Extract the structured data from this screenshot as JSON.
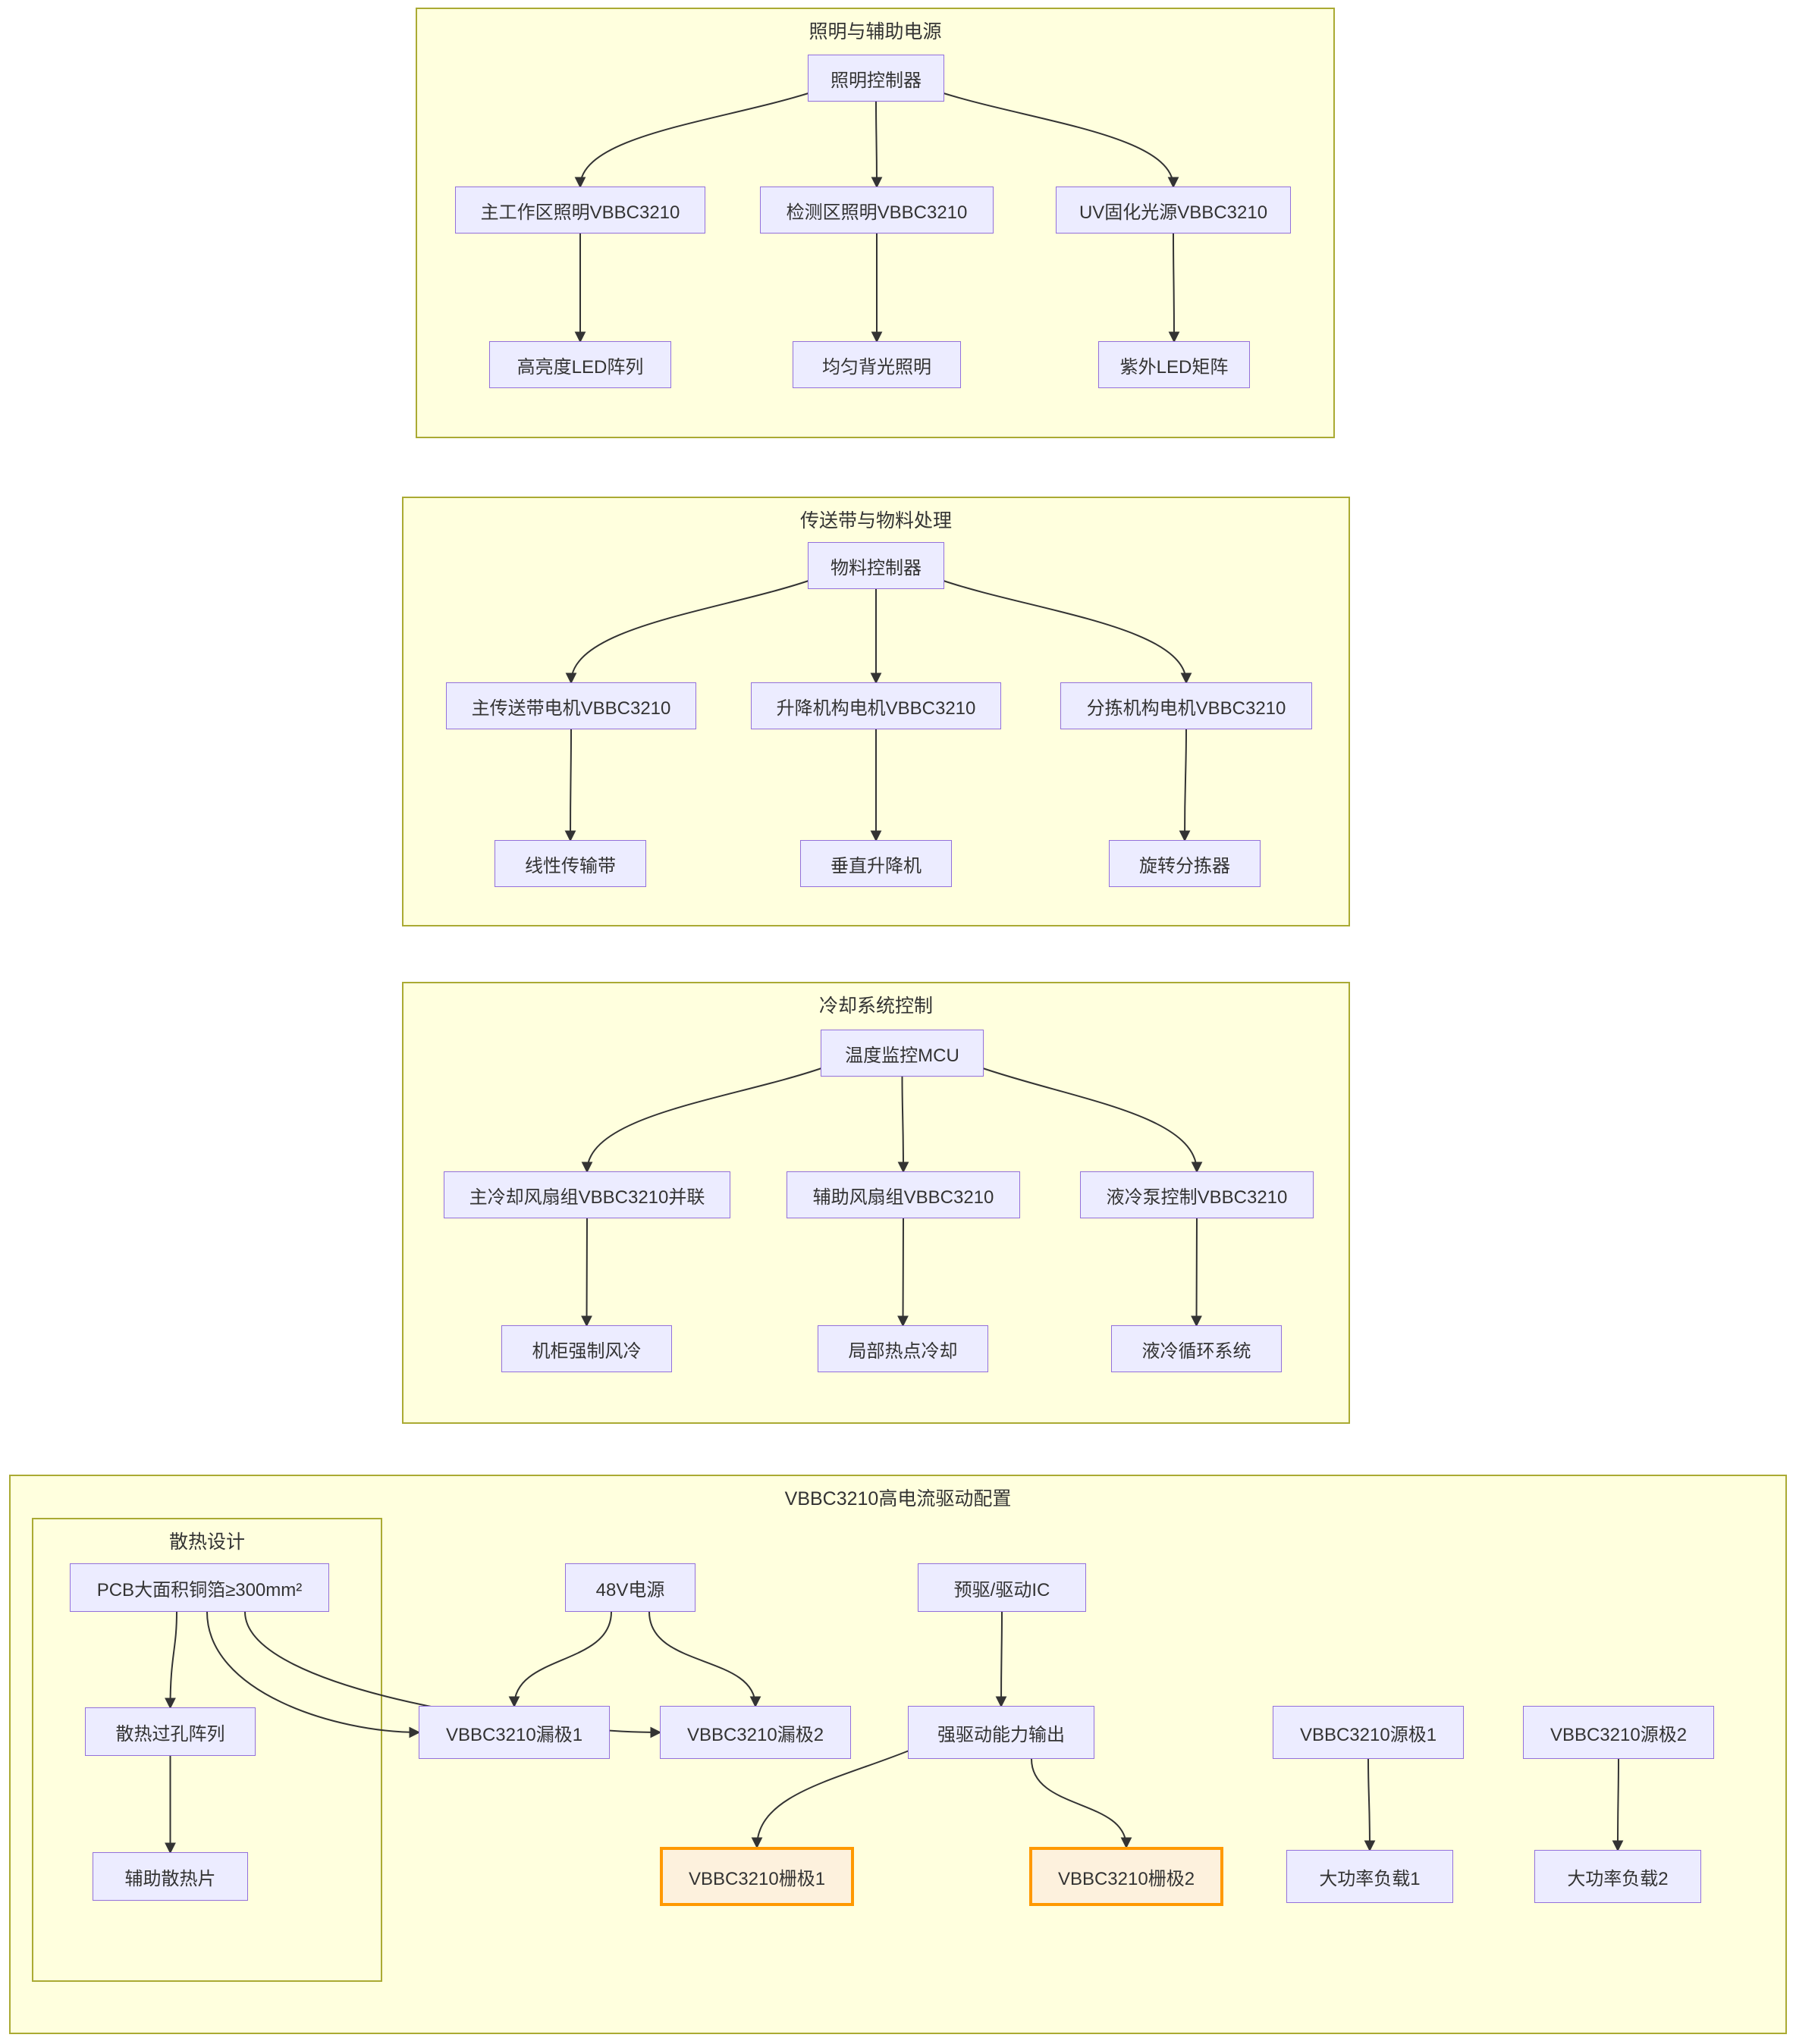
{
  "diagram": {
    "sections": {
      "lighting": {
        "title": "照明与辅助电源",
        "nodes": {
          "controller": "照明控制器",
          "main_zone": "主工作区照明VBBC3210",
          "detect_zone": "检测区照明VBBC3210",
          "uv_cure": "UV固化光源VBBC3210",
          "led_array": "高亮度LED阵列",
          "backlight": "均匀背光照明",
          "uv_matrix": "紫外LED矩阵"
        }
      },
      "conveyor": {
        "title": "传送带与物料处理",
        "nodes": {
          "controller": "物料控制器",
          "belt_motor": "主传送带电机VBBC3210",
          "lift_motor": "升降机构电机VBBC3210",
          "sort_motor": "分拣机构电机VBBC3210",
          "belt": "线性传输带",
          "lift": "垂直升降机",
          "sorter": "旋转分拣器"
        }
      },
      "cooling": {
        "title": "冷却系统控制",
        "nodes": {
          "mcu": "温度监控MCU",
          "fan_main": "主冷却风扇组VBBC3210并联",
          "fan_aux": "辅助风扇组VBBC3210",
          "pump": "液冷泵控制VBBC3210",
          "forced_air": "机柜强制风冷",
          "spot_cooling": "局部热点冷却",
          "liquid_loop": "液冷循环系统"
        }
      },
      "drive": {
        "title": "VBBC3210高电流驱动配置",
        "heat_subgraph_title": "散热设计",
        "nodes": {
          "pcb_copper": "PCB大面积铜箔≥300mm²",
          "via_array": "散热过孔阵列",
          "aux_heatsink": "辅助散热片",
          "power_48v": "48V电源",
          "predriver": "预驱/驱动IC",
          "drain1": "VBBC3210漏极1",
          "drain2": "VBBC3210漏极2",
          "drive_output": "强驱动能力输出",
          "source1": "VBBC3210源极1",
          "source2": "VBBC3210源极2",
          "gate1": "VBBC3210栅极1",
          "gate2": "VBBC3210栅极2",
          "load1": "大功率负载1",
          "load2": "大功率负载2"
        }
      }
    },
    "colors": {
      "section_fill": "#ffffde",
      "section_border": "#aaaa33",
      "node_fill": "#ECECFF",
      "node_border": "#9370DB",
      "highlight_fill": "#fdf1dd",
      "highlight_border": "#ff9900",
      "edge": "#333333",
      "text": "#333333"
    },
    "edges": [
      {
        "from": "lighting.controller",
        "to": "lighting.main_zone",
        "fromSide": "bottom-left"
      },
      {
        "from": "lighting.controller",
        "to": "lighting.detect_zone"
      },
      {
        "from": "lighting.controller",
        "to": "lighting.uv_cure",
        "fromSide": "bottom-right"
      },
      {
        "from": "lighting.main_zone",
        "to": "lighting.led_array"
      },
      {
        "from": "lighting.detect_zone",
        "to": "lighting.backlight"
      },
      {
        "from": "lighting.uv_cure",
        "to": "lighting.uv_matrix"
      },
      {
        "from": "conveyor.controller",
        "to": "conveyor.belt_motor",
        "fromSide": "bottom-left"
      },
      {
        "from": "conveyor.controller",
        "to": "conveyor.lift_motor"
      },
      {
        "from": "conveyor.controller",
        "to": "conveyor.sort_motor",
        "fromSide": "bottom-right"
      },
      {
        "from": "conveyor.belt_motor",
        "to": "conveyor.belt"
      },
      {
        "from": "conveyor.lift_motor",
        "to": "conveyor.lift"
      },
      {
        "from": "conveyor.sort_motor",
        "to": "conveyor.sorter"
      },
      {
        "from": "cooling.mcu",
        "to": "cooling.fan_main",
        "fromSide": "bottom-left"
      },
      {
        "from": "cooling.mcu",
        "to": "cooling.fan_aux"
      },
      {
        "from": "cooling.mcu",
        "to": "cooling.pump",
        "fromSide": "bottom-right"
      },
      {
        "from": "cooling.fan_main",
        "to": "cooling.forced_air"
      },
      {
        "from": "cooling.fan_aux",
        "to": "cooling.spot_cooling"
      },
      {
        "from": "cooling.pump",
        "to": "cooling.liquid_loop"
      },
      {
        "from": "drive.pcb_copper",
        "to": "drive.via_array",
        "fromDx": -30
      },
      {
        "from": "drive.via_array",
        "to": "drive.aux_heatsink"
      },
      {
        "from": "drive.pcb_copper",
        "to": "drive.drain1",
        "toSide": "left",
        "fromDx": 10
      },
      {
        "from": "drive.pcb_copper",
        "to": "drive.drain2",
        "toSide": "left",
        "fromDx": 60
      },
      {
        "from": "drive.power_48v",
        "to": "drive.drain1",
        "fromDx": -25
      },
      {
        "from": "drive.power_48v",
        "to": "drive.drain2",
        "fromDx": 25
      },
      {
        "from": "drive.predriver",
        "to": "drive.drive_output"
      },
      {
        "from": "drive.drive_output",
        "to": "drive.gate1",
        "fromSide": "bottom-left"
      },
      {
        "from": "drive.drive_output",
        "to": "drive.gate2",
        "fromDx": 40
      },
      {
        "from": "drive.source1",
        "to": "drive.load1"
      },
      {
        "from": "drive.source2",
        "to": "drive.load2"
      }
    ]
  }
}
